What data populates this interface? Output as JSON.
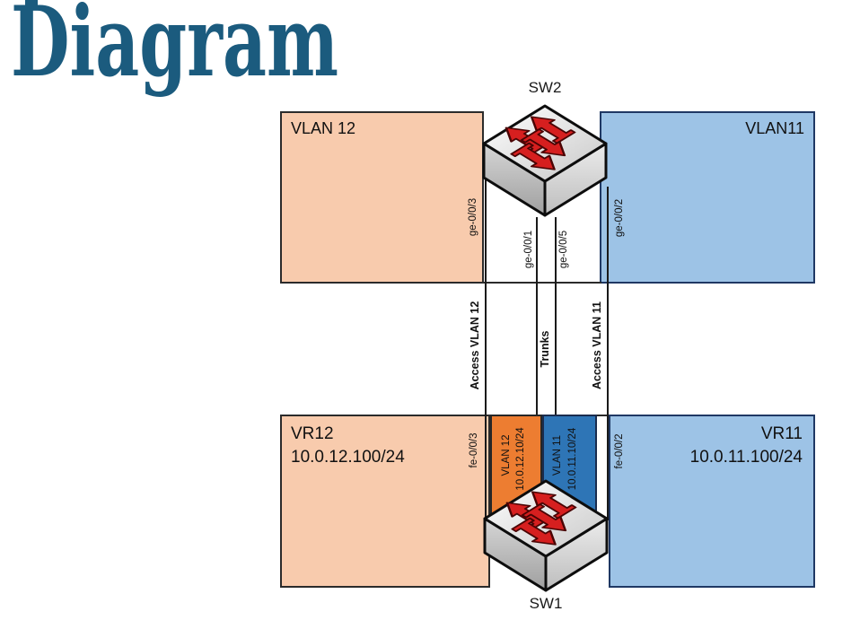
{
  "page": {
    "title": "Diagram",
    "title_color": "#1b5b7e"
  },
  "switches": {
    "sw2": {
      "label": "SW2"
    },
    "sw1": {
      "label": "SW1"
    }
  },
  "top_band": {
    "vlan12": {
      "label": "VLAN 12",
      "color": "#f8cbad"
    },
    "vlan11": {
      "label": "VLAN11",
      "color": "#9dc3e6"
    }
  },
  "bottom_band": {
    "vr12": {
      "label": "VR12",
      "ip": "10.0.12.100/24",
      "color": "#f8cbad"
    },
    "vr11": {
      "label": "VR11",
      "ip": "10.0.11.100/24",
      "color": "#9dc3e6"
    },
    "vlan12_interface": {
      "label": "VLAN 12",
      "ip": "10.0.12.10/24",
      "color": "#ed7d31"
    },
    "vlan11_interface": {
      "label": "VLAN 11",
      "ip": "10.0.11.10/24",
      "color": "#2e75b6"
    }
  },
  "ports": {
    "sw2_access_vlan12": "ge-0/0/3",
    "sw2_trunk_1": "ge-0/0/1",
    "sw2_trunk_2": "ge-0/0/5",
    "sw2_access_vlan11": "ge-0/0/2",
    "sw1_access_vlan12": "fe-0/0/3",
    "sw1_access_vlan11": "fe-0/0/2"
  },
  "links": {
    "access_vlan12": "Access VLAN 12",
    "trunks": "Trunks",
    "access_vlan11": "Access VLAN 11"
  },
  "colors": {
    "line": "#1a1a1a",
    "arrow_red": "#d61f1f",
    "switch_top": "#f2f2f2",
    "switch_side": "#bfbfbf"
  }
}
